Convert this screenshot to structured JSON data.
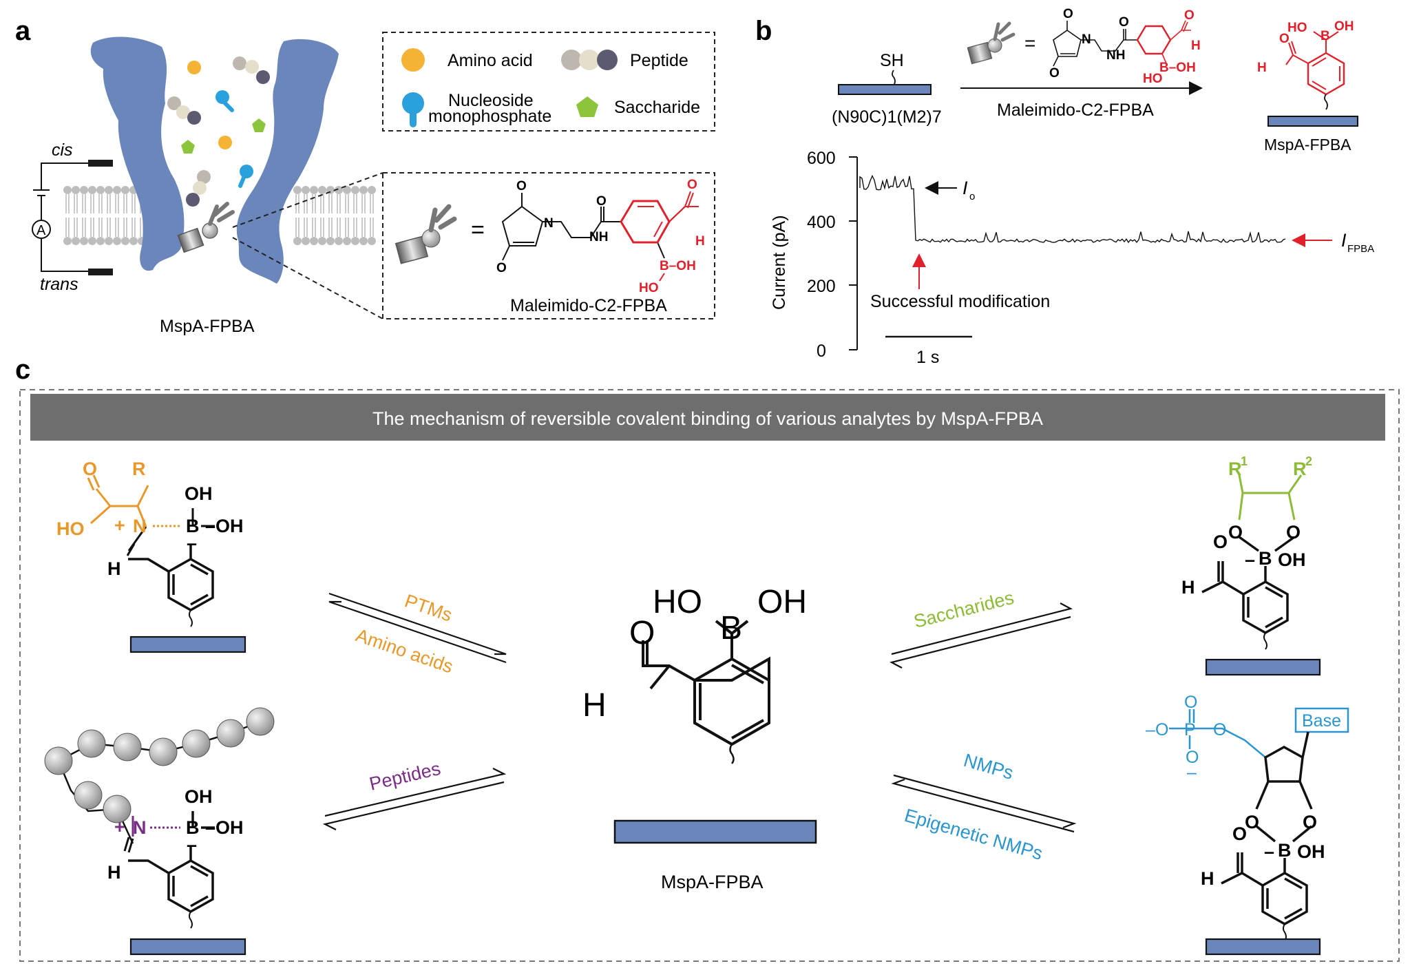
{
  "panel_a": {
    "letter": "a",
    "cis": "cis",
    "trans": "trans",
    "ammeter": "A",
    "pore_label": "MspA-FPBA",
    "legend": {
      "amino_acid": "Amino acid",
      "peptide": "Peptide",
      "nucleoside_line1": "Nucleoside",
      "nucleoside_line2": "monophosphate",
      "saccharide": "Saccharide"
    },
    "linker_caption": "Maleimido-C2-FPBA",
    "equals": "=",
    "chem": {
      "O": "O",
      "N": "N",
      "NH": "NH",
      "H": "H",
      "B_OH": "B–OH",
      "HO": "HO"
    }
  },
  "panel_b": {
    "letter": "b",
    "SH": "SH",
    "start_label": "(N90C)1(M2)7",
    "arrow_label": "Maleimido-C2-FPBA",
    "product_label": "MspA-FPBA",
    "equals": "=",
    "chem": {
      "HO": "HO",
      "B": "B",
      "OH": "OH",
      "O": "O",
      "H": "H",
      "NH": "NH",
      "N": "N",
      "B_OH": "B–OH"
    },
    "chart": {
      "ylabel": "Current (pA)",
      "yticks": [
        "600",
        "400",
        "200",
        "0"
      ],
      "io_label": "I",
      "io_sub": "o",
      "ifpba_label": "I",
      "ifpba_sub": "FPBA",
      "annotation": "Successful modification",
      "scale_bar": "1 s"
    }
  },
  "panel_c": {
    "letter": "c",
    "banner": "The mechanism of reversible covalent binding of various analytes by MspA-FPBA",
    "center_label": "MspA-FPBA",
    "center_chem": {
      "HO": "HO",
      "B": "B",
      "OH": "OH",
      "O": "O",
      "H": "H"
    },
    "arrows": {
      "ptms": "PTMs",
      "amino_acids": "Amino acids",
      "peptides": "Peptides",
      "saccharides": "Saccharides",
      "nmps": "NMPs",
      "epigenetic_nmps": "Epigenetic NMPs"
    },
    "tl_chem": {
      "O": "O",
      "R": "R",
      "HO": "HO",
      "plus": "+",
      "N": "N",
      "OH": "OH",
      "B": "B",
      "B_OH": "–OH",
      "minus": "–",
      "H": "H"
    },
    "bl_chem": {
      "plus": "+",
      "N": "N",
      "OH": "OH",
      "B": "B",
      "B_OH": "–OH",
      "minus": "–",
      "H": "H"
    },
    "tr_chem": {
      "R1": "R",
      "R1_sup": "1",
      "R2": "R",
      "R2_sup": "2",
      "O": "O",
      "B": "B",
      "minus": "–",
      "OH": "OH",
      "H": "H"
    },
    "br_chem": {
      "base": "Base",
      "O": "O",
      "P": "P",
      "minus": "–",
      "B": "B",
      "OH": "OH",
      "H": "H"
    }
  },
  "colors": {
    "protein": "#6B86BB",
    "membrane": "#BDBDBD",
    "amino_acid": "#F5B335",
    "peptide_light": "#E3DFCB",
    "peptide_mid": "#BEB7AE",
    "peptide_dark": "#5C5A70",
    "nucleoside": "#2AA0DC",
    "saccharide": "#8CC43C",
    "fpba_red": "#E0202A",
    "amino_orange": "#E8972A",
    "sugar_green": "#8CBB35",
    "peptide_purple": "#7A2D86",
    "nmp_blue": "#2A95CF",
    "banner": "#6E6E6E"
  }
}
